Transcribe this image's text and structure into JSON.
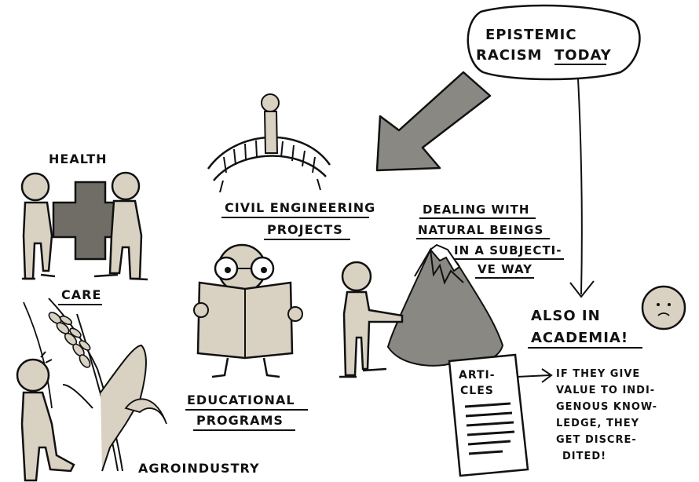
{
  "colors": {
    "ink": "#111111",
    "figure": "#d9d1c2",
    "dark_gray": "#6f6d66",
    "mountain": "#8a8883",
    "paper": "#ffffff"
  },
  "bubble": {
    "line1": "EPISTEMIC",
    "line2a": "RACISM ",
    "line2b": "TODAY"
  },
  "labels": {
    "health": "HEALTH",
    "care": "CARE",
    "civil_line1": "CIVIL ENGINEERING",
    "civil_line2": "PROJECTS",
    "dealing_line1": "DEALING WITH",
    "dealing_line2": "NATURAL BEINGS",
    "dealing_line3": "IN A SUBJECTI-",
    "dealing_line4": "VE WAY",
    "educational_line1": "EDUCATIONAL",
    "educational_line2": "PROGRAMS",
    "agroindustry": "AGROINDUSTRY",
    "academia_line1": "ALSO IN",
    "academia_line2": "ACADEMIA!"
  },
  "articles": {
    "line1": "ARTI-",
    "line2": "CLES"
  },
  "note": {
    "line1": "IF THEY GIVE",
    "line2": "VALUE TO INDI-",
    "line3": "GENOUS KNOW-",
    "line4": "LEDGE, THEY",
    "line5": "GET DISCRE-",
    "line6": "DITED!"
  },
  "icons": [
    "big-arrow-icon",
    "down-arrow-icon",
    "right-arrow-icon",
    "wheat-icon",
    "mountain-icon",
    "bridge-icon",
    "health-cross-icon",
    "sad-face-icon"
  ]
}
